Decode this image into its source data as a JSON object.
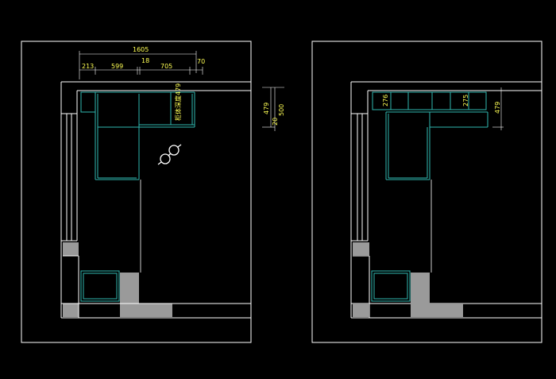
{
  "colors": {
    "background": "#000000",
    "frame_line": "#ffffff",
    "wall_line": "#ffffff",
    "cabinet_line": "#2fb7b0",
    "dimension": "#ffff55",
    "wall_fill": "#9a9a9a"
  },
  "left_plan": {
    "dims_top": {
      "total": "1605",
      "seg_213": "213",
      "seg_599": "599",
      "seg_18": "18",
      "seg_705": "705",
      "seg_70": "70"
    },
    "note_vertical": "柜体深度479",
    "dims_right": {
      "d_479": "479",
      "d_20": "20",
      "d_500": "500"
    },
    "icons": [
      "glasses-icon"
    ]
  },
  "right_plan": {
    "dims": {
      "d_276": "276",
      "d_275": "275",
      "d_479": "479"
    }
  }
}
